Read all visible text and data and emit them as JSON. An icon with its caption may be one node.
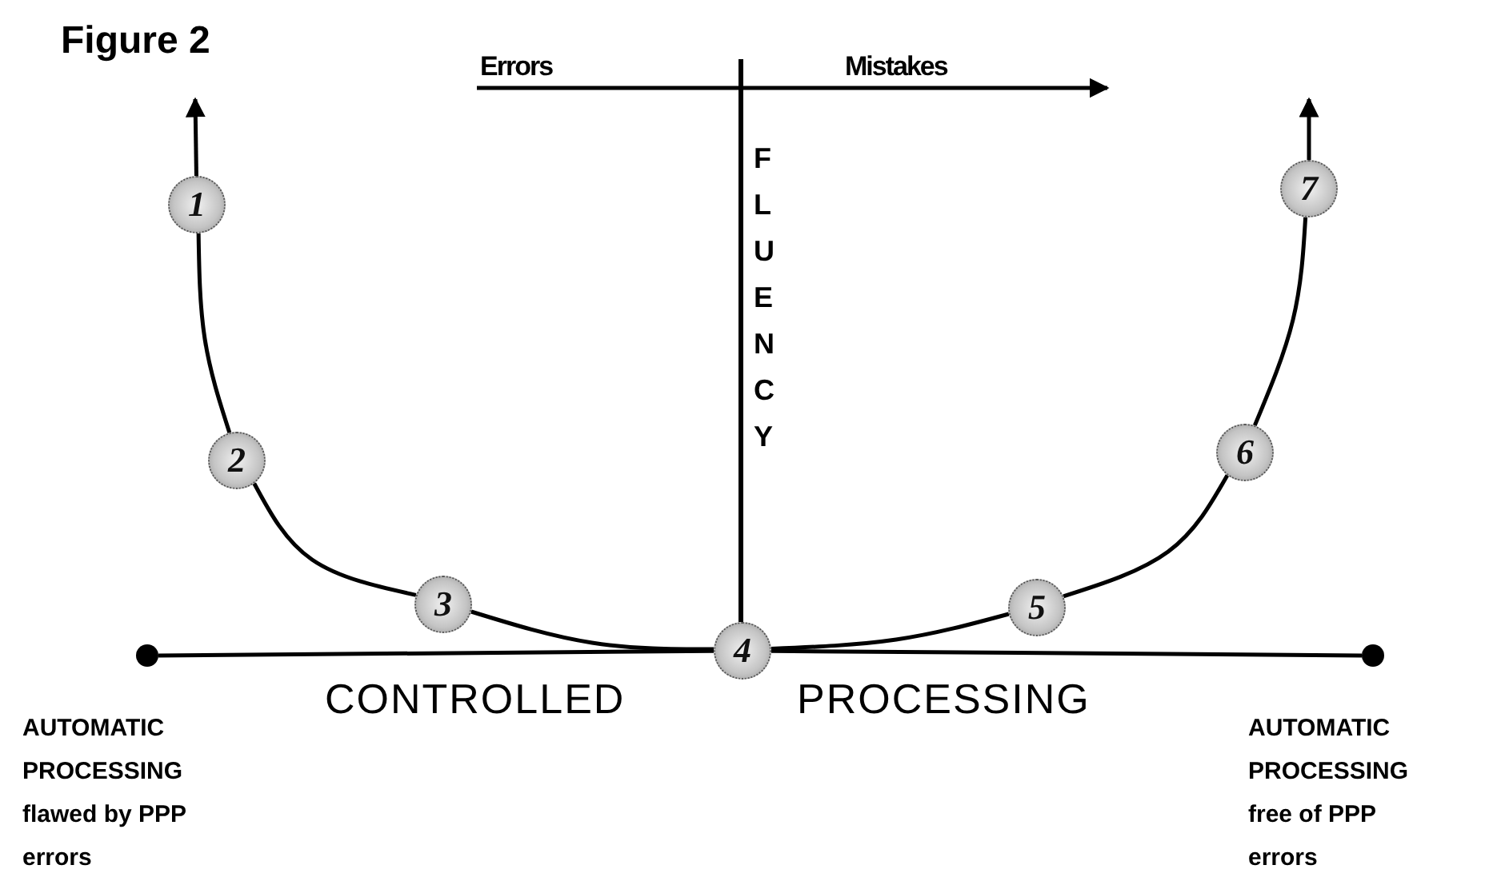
{
  "diagram": {
    "title": "Figure 2",
    "nodes": [
      {
        "text": [
          "1"
        ]
      },
      {
        "text": [
          "2"
        ]
      },
      {
        "text": [
          "3"
        ]
      },
      {
        "text": [
          "4"
        ]
      },
      {
        "text": [
          "5"
        ]
      },
      {
        "text": [
          "6"
        ]
      },
      {
        "text": [
          "7"
        ]
      },
      {
        "text": [],
        "shape": "circle",
        "beside": [
          "AUTOMATIC PROCESSING flawed by PPP errors"
        ]
      },
      {
        "text": [],
        "shape": "circle",
        "beside": [
          "AUTOMATIC PROCESSING free of PPP errors"
        ]
      }
    ],
    "edges": [
      {
        "from": 0,
        "to": 1,
        "arrow": "none"
      },
      {
        "from": 1,
        "to": 2,
        "arrow": "none"
      },
      {
        "from": 2,
        "to": 3,
        "arrow": "none"
      },
      {
        "from": 3,
        "to": 4,
        "arrow": "none"
      },
      {
        "from": 4,
        "to": 5,
        "arrow": "none"
      },
      {
        "from": 5,
        "to": 6,
        "arrow": "none"
      },
      {
        "from": 7,
        "to": 3,
        "arrow": "none"
      },
      {
        "from": 3,
        "to": 8,
        "arrow": "none"
      },
      {
        "from": 0,
        "to": null,
        "arrow": "to"
      },
      {
        "from": 6,
        "to": null,
        "arrow": "to"
      }
    ],
    "labels": [
      "Errors",
      "Mistakes",
      "FLUENCY",
      "CONTROLLED",
      "PROCESSING"
    ]
  }
}
